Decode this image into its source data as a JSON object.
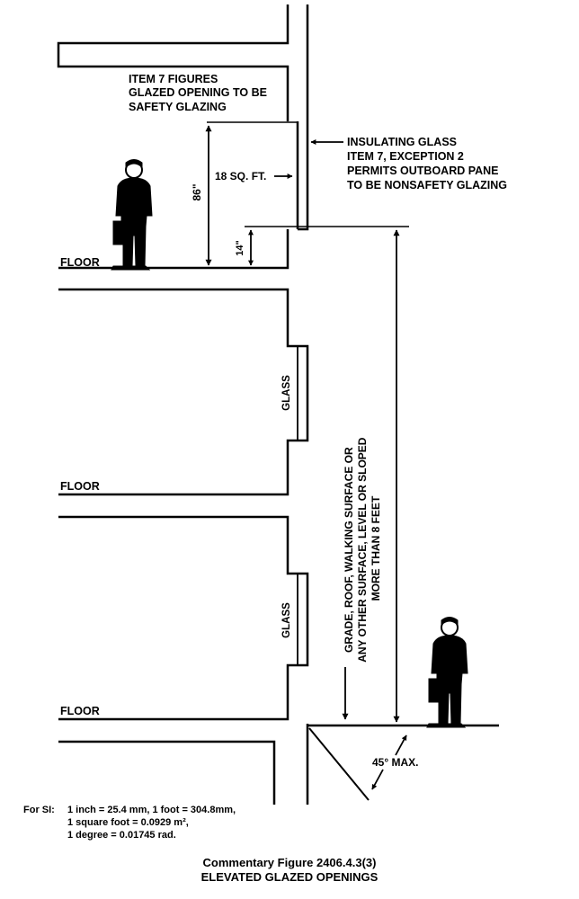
{
  "labels": {
    "item7_figures": [
      "ITEM 7 FIGURES",
      "GLAZED OPENING TO BE",
      "SAFETY GLAZING"
    ],
    "insulating_glass": [
      "INSULATING GLASS",
      "ITEM 7, EXCEPTION 2",
      "PERMITS OUTBOARD PANE",
      "TO BE NONSAFETY GLAZING"
    ],
    "area": "18 SQ. FT.",
    "height_86": "86\"",
    "height_14": "14\"",
    "floor": "FLOOR",
    "glass": "GLASS",
    "grade": [
      "GRADE, ROOF, WALKING SURFACE OR",
      "ANY OTHER SURFACE, LEVEL OR SLOPED",
      "MORE THAN 8 FEET"
    ],
    "angle": "45° MAX."
  },
  "si": {
    "prefix": "For SI:",
    "lines": [
      "1 inch = 25.4 mm, 1 foot = 304.8mm,",
      "1 square foot = 0.0929 m²,",
      "1 degree = 0.01745 rad."
    ]
  },
  "caption": {
    "line1": "Commentary Figure 2406.4.3(3)",
    "line2": "ELEVATED GLAZED OPENINGS"
  }
}
